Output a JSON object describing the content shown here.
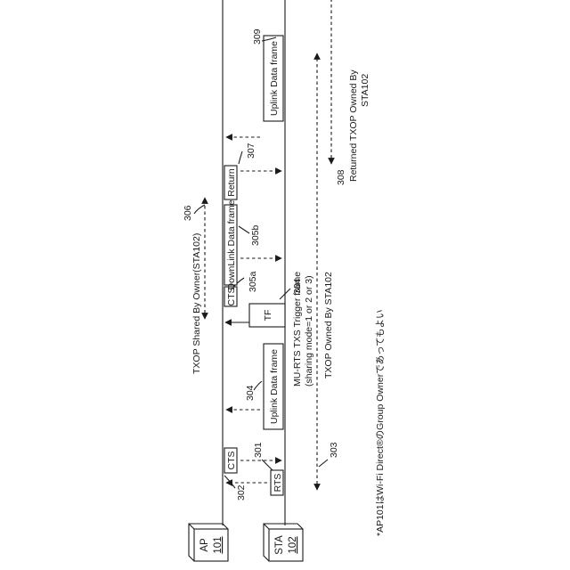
{
  "nodes": {
    "ap": {
      "name": "AP",
      "ref": "101"
    },
    "sta": {
      "name": "STA",
      "ref": "102"
    }
  },
  "frames": {
    "rts": "RTS",
    "cts1": "CTS",
    "uplink1": "Uplink Data frame",
    "tf": "TF",
    "cts2": "CTS",
    "downlink": "DownLink Data frame",
    "return_frame": "Return",
    "uplink2": "Uplink Data frame"
  },
  "refs": {
    "r301": "301",
    "r302": "302",
    "r303": "303",
    "r304_uplink": "304",
    "r304_tf": "304",
    "r305a": "305a",
    "r305b": "305b",
    "r306": "306",
    "r307": "307",
    "r308": "308",
    "r309": "309"
  },
  "annotations": {
    "txop_sta": "TXOP Owned By STA102",
    "txop_shared": "TXOP Shared By Owner(STA102)",
    "mu_rts_line1": "MU-RTS TXS Trigger frame",
    "mu_rts_line2": "(sharing mode=1 or 2 or 3)",
    "returned_line1": "Returned TXOP Owned By",
    "returned_line2": "STA102"
  },
  "footnote": "*AP101はWi-Fi Direct®のGroup Ownerであってもよい"
}
